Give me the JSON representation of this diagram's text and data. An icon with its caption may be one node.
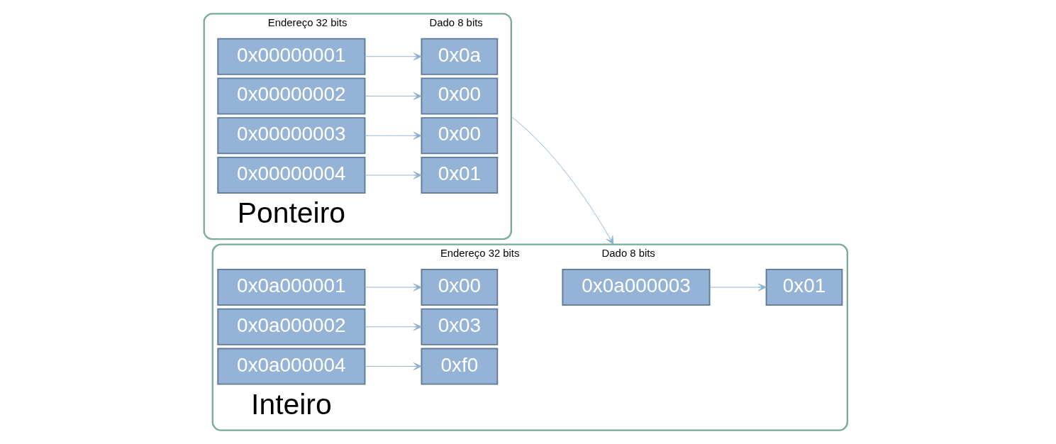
{
  "diagram": {
    "nodes": [
      {
        "text": [
          "Endereço 32 bits",
          "Dado 8 bits"
        ],
        "beside": [
          "Ponteiro"
        ]
      },
      {
        "text": [
          "0x00000001"
        ],
        "in": 0
      },
      {
        "text": [
          "0x0a"
        ],
        "in": 0
      },
      {
        "text": [
          "0x00000002"
        ],
        "in": 0
      },
      {
        "text": [
          "0x00"
        ],
        "in": 0
      },
      {
        "text": [
          "0x00000003"
        ],
        "in": 0
      },
      {
        "text": [
          "0x00"
        ],
        "in": 0
      },
      {
        "text": [
          "0x00000004"
        ],
        "in": 0
      },
      {
        "text": [
          "0x01"
        ],
        "in": 0
      },
      {
        "text": [
          "Endereço 32 bits",
          "Dado 8 bits"
        ],
        "beside": [
          "Inteiro"
        ]
      },
      {
        "text": [
          "0x0a000001"
        ],
        "in": 9
      },
      {
        "text": [
          "0x00"
        ],
        "in": 9
      },
      {
        "text": [
          "0x0a000002"
        ],
        "in": 9
      },
      {
        "text": [
          "0x03"
        ],
        "in": 9
      },
      {
        "text": [
          "0x0a000003"
        ],
        "in": 9
      },
      {
        "text": [
          "0x01"
        ],
        "in": 9
      },
      {
        "text": [
          "0x0a000004"
        ],
        "in": 9
      },
      {
        "text": [
          "0xf0"
        ],
        "in": 9
      }
    ],
    "edges": [
      {
        "from": 1,
        "to": 2,
        "arrow": "to"
      },
      {
        "from": 3,
        "to": 4,
        "arrow": "to"
      },
      {
        "from": 5,
        "to": 6,
        "arrow": "to"
      },
      {
        "from": 7,
        "to": 8,
        "arrow": "to"
      },
      {
        "from": 0,
        "to": 9,
        "arrow": "to"
      },
      {
        "from": 10,
        "to": 11,
        "arrow": "to"
      },
      {
        "from": 12,
        "to": 13,
        "arrow": "to"
      },
      {
        "from": 14,
        "to": 15,
        "arrow": "to"
      },
      {
        "from": 16,
        "to": 17,
        "arrow": "to"
      }
    ]
  }
}
